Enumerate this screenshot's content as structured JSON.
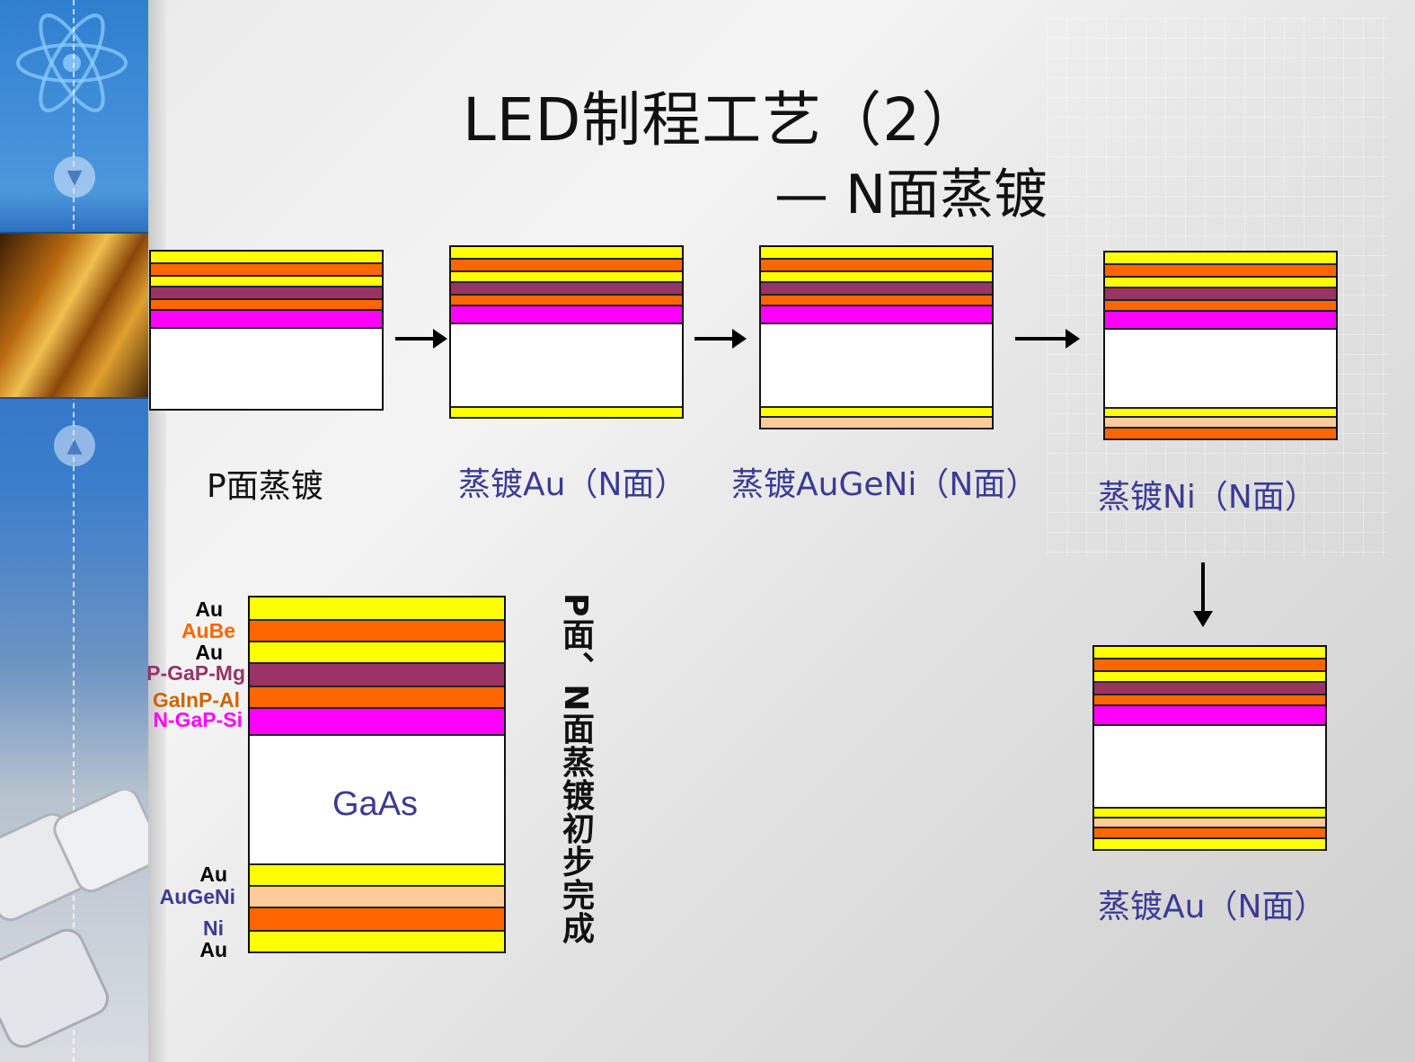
{
  "title": "LED制程工艺（2）",
  "subtitle": "— N面蒸镀",
  "colors": {
    "Au": "#ffff00",
    "AuBe": "#ff6600",
    "P-GaP-Mg": "#993366",
    "GaInP-Al": "#ff6600",
    "N-GaP-Si": "#ff00ff",
    "GaAs": "#ffffff",
    "AuGeNi": "#ffcc99",
    "Ni": "#ff6600"
  },
  "steps": [
    {
      "caption": "P面蒸镀"
    },
    {
      "caption": "蒸镀Au（N面）"
    },
    {
      "caption": "蒸镀AuGeNi（N面）"
    },
    {
      "caption": "蒸镀Ni（N面）"
    },
    {
      "caption": "蒸镀Au（N面）"
    }
  ],
  "final_stack": {
    "layers": [
      {
        "name": "Au",
        "label_color": "#111111"
      },
      {
        "name": "AuBe",
        "label_color": "#ff6600"
      },
      {
        "name": "Au",
        "label_color": "#111111"
      },
      {
        "name": "P-GaP-Mg",
        "label_color": "#993366"
      },
      {
        "name": "GaInP-Al",
        "label_color": "#cc6600"
      },
      {
        "name": "N-GaP-Si",
        "label_color": "#ff00ff"
      },
      {
        "name": "GaAs",
        "label_color": "#3b3b95"
      },
      {
        "name": "Au",
        "label_color": "#111111"
      },
      {
        "name": "AuGeNi",
        "label_color": "#3b3b95"
      },
      {
        "name": "Ni",
        "label_color": "#3b3b95"
      },
      {
        "name": "Au",
        "label_color": "#111111"
      }
    ],
    "gaas_label": "GaAs"
  },
  "vertical_caption": "P面、N面蒸镀初步完成"
}
